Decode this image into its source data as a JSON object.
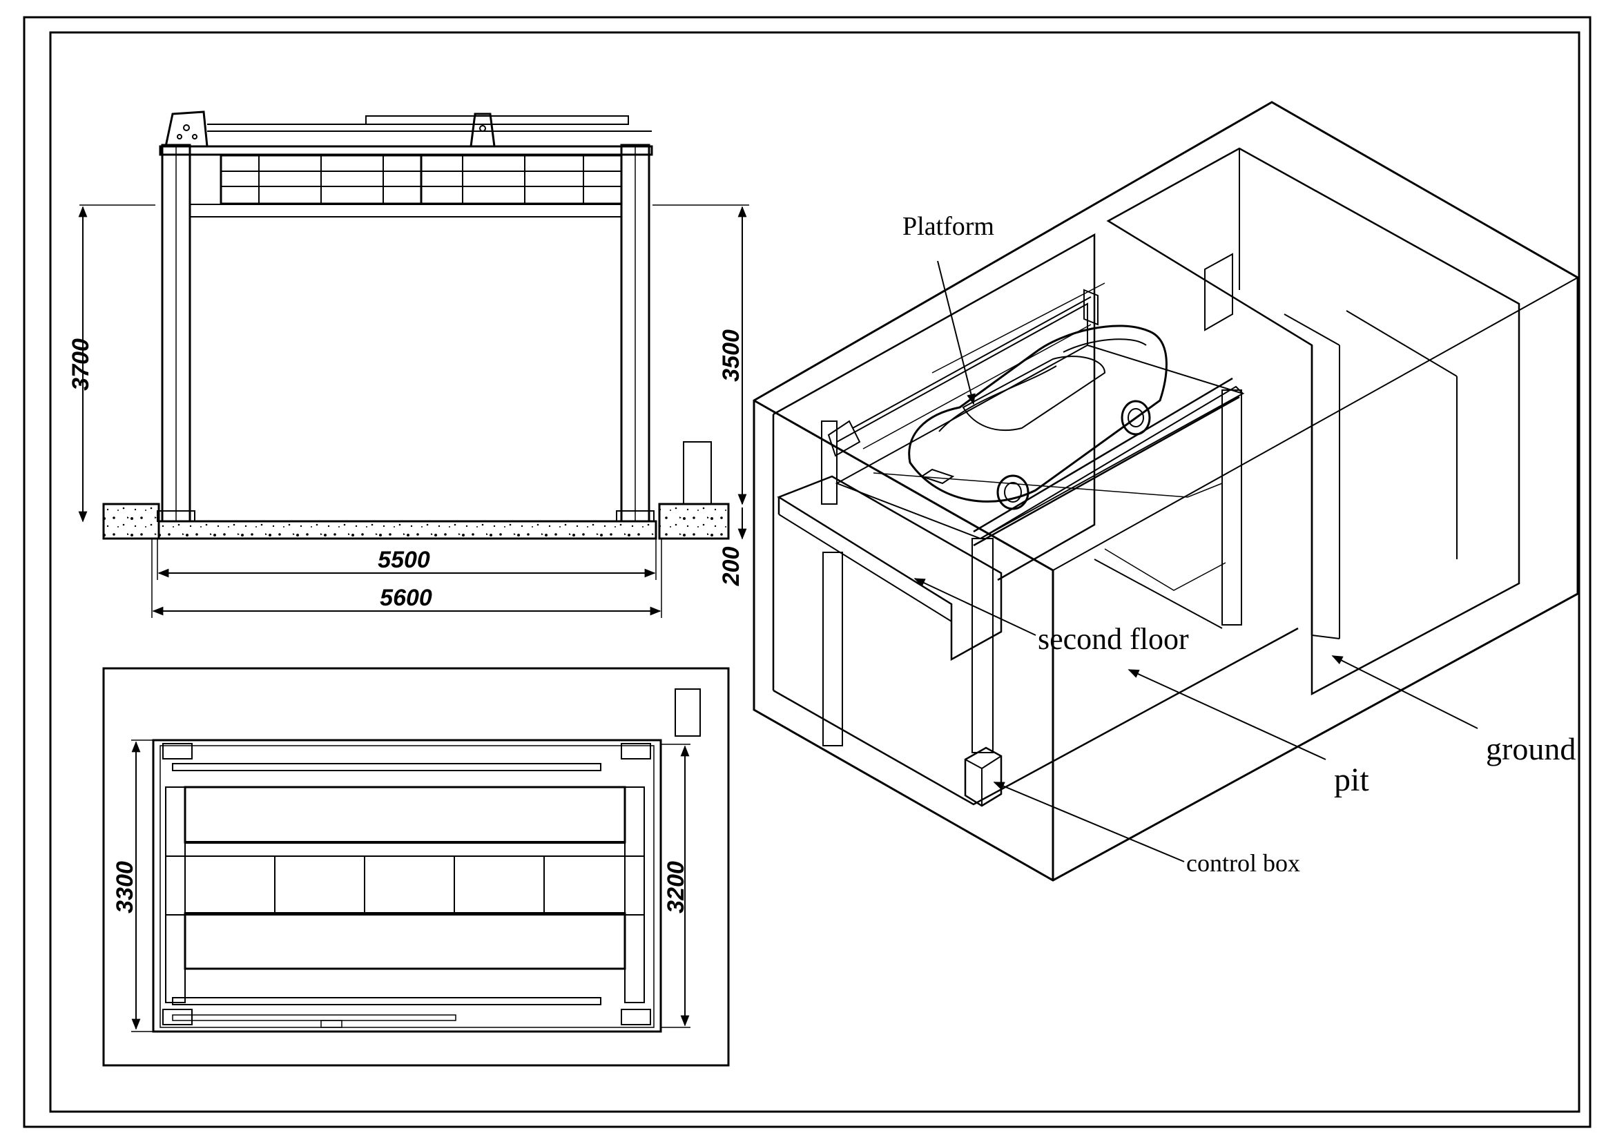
{
  "elevation_view": {
    "dimensions": {
      "total_height": "3700",
      "lift_height": "3500",
      "pit_depth": "200",
      "inner_width": "5500",
      "outer_width": "5600"
    }
  },
  "plan_view": {
    "dimensions": {
      "outer_depth": "3300",
      "inner_depth": "3200"
    }
  },
  "isometric_view": {
    "labels": {
      "platform": "Platform",
      "second_floor": "second floor",
      "pit": "pit",
      "ground": "ground",
      "control_box": "control box"
    }
  },
  "colors": {
    "line": "#000000",
    "background": "#ffffff"
  }
}
